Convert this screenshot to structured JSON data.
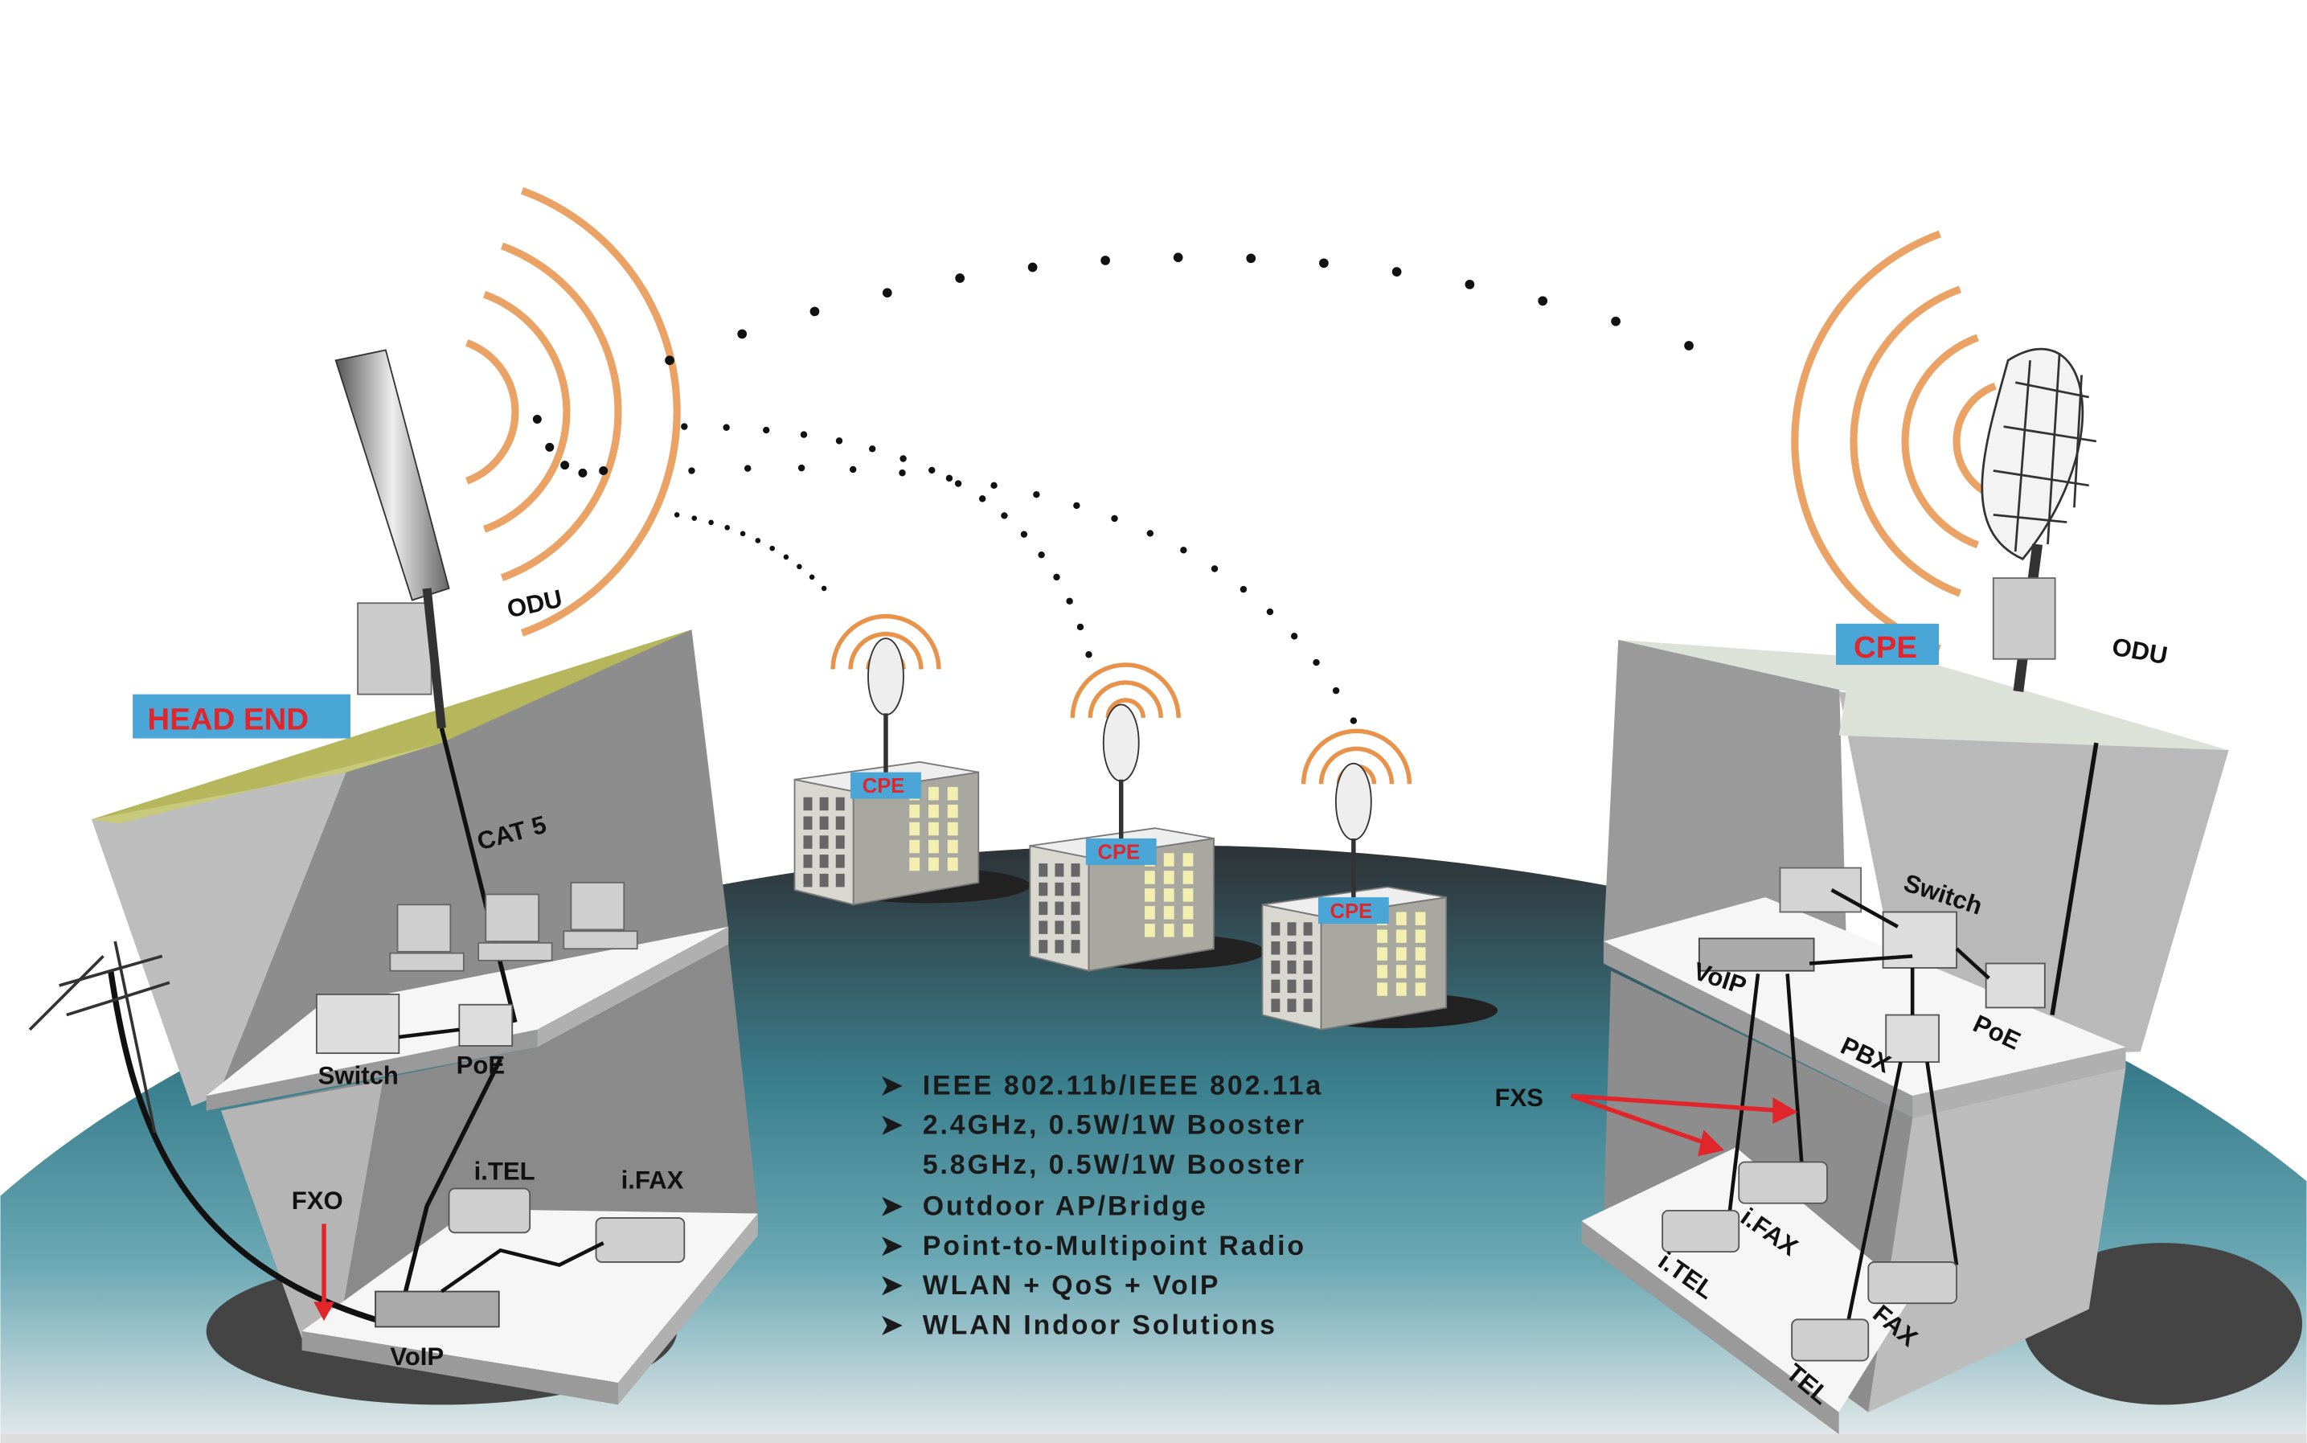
{
  "head_end": {
    "label": "HEAD END"
  },
  "left_site": {
    "odu": "ODU",
    "cable": "CAT 5",
    "switch": "Switch",
    "poe": "PoE",
    "fxo": "FXO",
    "itel": "i.TEL",
    "ifax": "i.FAX",
    "voip": "VoIP"
  },
  "cpe_buildings": [
    "CPE",
    "CPE",
    "CPE"
  ],
  "right_site": {
    "cpe": "CPE",
    "odu": "ODU",
    "switch": "Switch",
    "voip": "VoIP",
    "poe": "PoE",
    "pbx": "PBX",
    "fxs": "FXS",
    "ifax": "i.FAX",
    "itel": "i.TEL",
    "fax": "FAX",
    "tel": "TEL"
  },
  "features": [
    {
      "bullet": "➤",
      "text": "IEEE 802.11b/IEEE 802.11a"
    },
    {
      "bullet": "➤",
      "text": "2.4GHz, 0.5W/1W Booster"
    },
    {
      "bullet": "",
      "text": "5.8GHz, 0.5W/1W Booster"
    },
    {
      "bullet": "➤",
      "text": "Outdoor AP/Bridge"
    },
    {
      "bullet": "➤",
      "text": "Point-to-Multipoint Radio"
    },
    {
      "bullet": "➤",
      "text": "WLAN + QoS + VoIP"
    },
    {
      "bullet": "➤",
      "text": "WLAN Indoor Solutions"
    }
  ],
  "colors": {
    "label_box": "#4aa6d6",
    "label_text": "#e0262b",
    "signal": "#e8924a",
    "roof": "#b6b65c"
  }
}
